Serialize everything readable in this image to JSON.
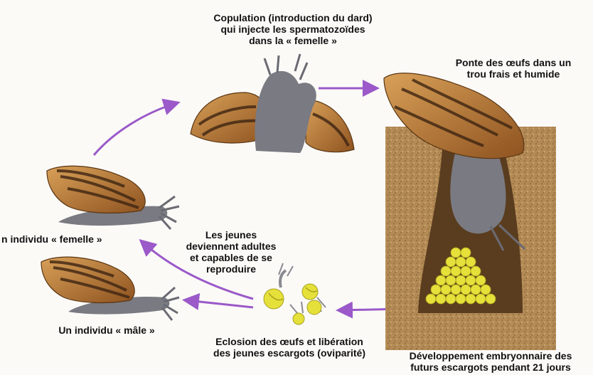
{
  "labels": {
    "copulation": "Copulation (introduction du dard)\nqui injecte les spermatozoïdes\ndans la « femelle »",
    "ponte": "Ponte des œufs dans un\ntrou frais et humide",
    "femelle": "n individu « femelle »",
    "jeunes": "Les jeunes\ndeviennent adultes\net capables de se\nreproduire",
    "male": "Un individu « mâle »",
    "eclosion": "Eclosion des œufs et libération\ndes jeunes escargots (oviparité)",
    "developpement": "Développement embryonnaire des\nfuturs escargots pendant 21 jours"
  },
  "colors": {
    "arrow": "#9b59c9",
    "shell": "#b8742c",
    "shell_stripe": "#3d2412",
    "body": "#7a7a82",
    "egg": "#e6e03a",
    "soil": "#b38a55"
  },
  "icons": {
    "arrow": "arrow-icon",
    "snail": "snail-icon",
    "egg": "egg-icon"
  }
}
